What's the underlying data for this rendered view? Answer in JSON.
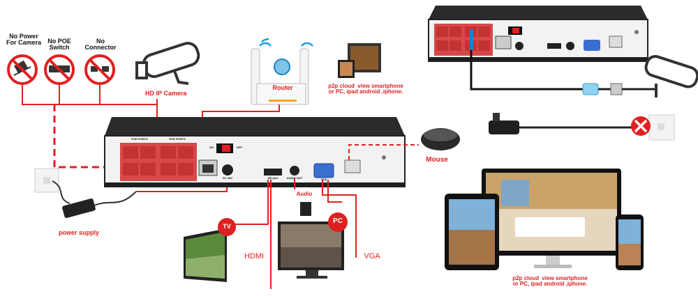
{
  "warnings": {
    "no_power": "No Power\nFor Camera",
    "no_poe": "No POE\nSwitch",
    "no_connector": "No\nConnector"
  },
  "labels": {
    "hd_ip_camera": "HD IP Camera",
    "router": "Router",
    "p2p_top": "p2p cloud  view smartphone\nor PC, ipad android ,iphone.",
    "p2p_bottom": "p2p cloud  view smartphone\nor PC, ipad android ,iphone.",
    "mouse": "Mouse",
    "power_supply": "power supply",
    "tv_badge": "TV",
    "pc_badge": "PC",
    "hdmi": "HDMI",
    "vga": "VGA",
    "audio": "Audio"
  },
  "nvr_panel": {
    "poe_ports": "POE PORTS",
    "on": "ON",
    "off": "OFF",
    "dc_in": "DC 48V",
    "hdmi_port": "HD port",
    "audio_out": "AUDIO OUT",
    "vga_port": "VGA"
  },
  "colors": {
    "accent_red": "#e02020",
    "port_red": "#d94848",
    "nvr_body": "#2b2b2b"
  }
}
